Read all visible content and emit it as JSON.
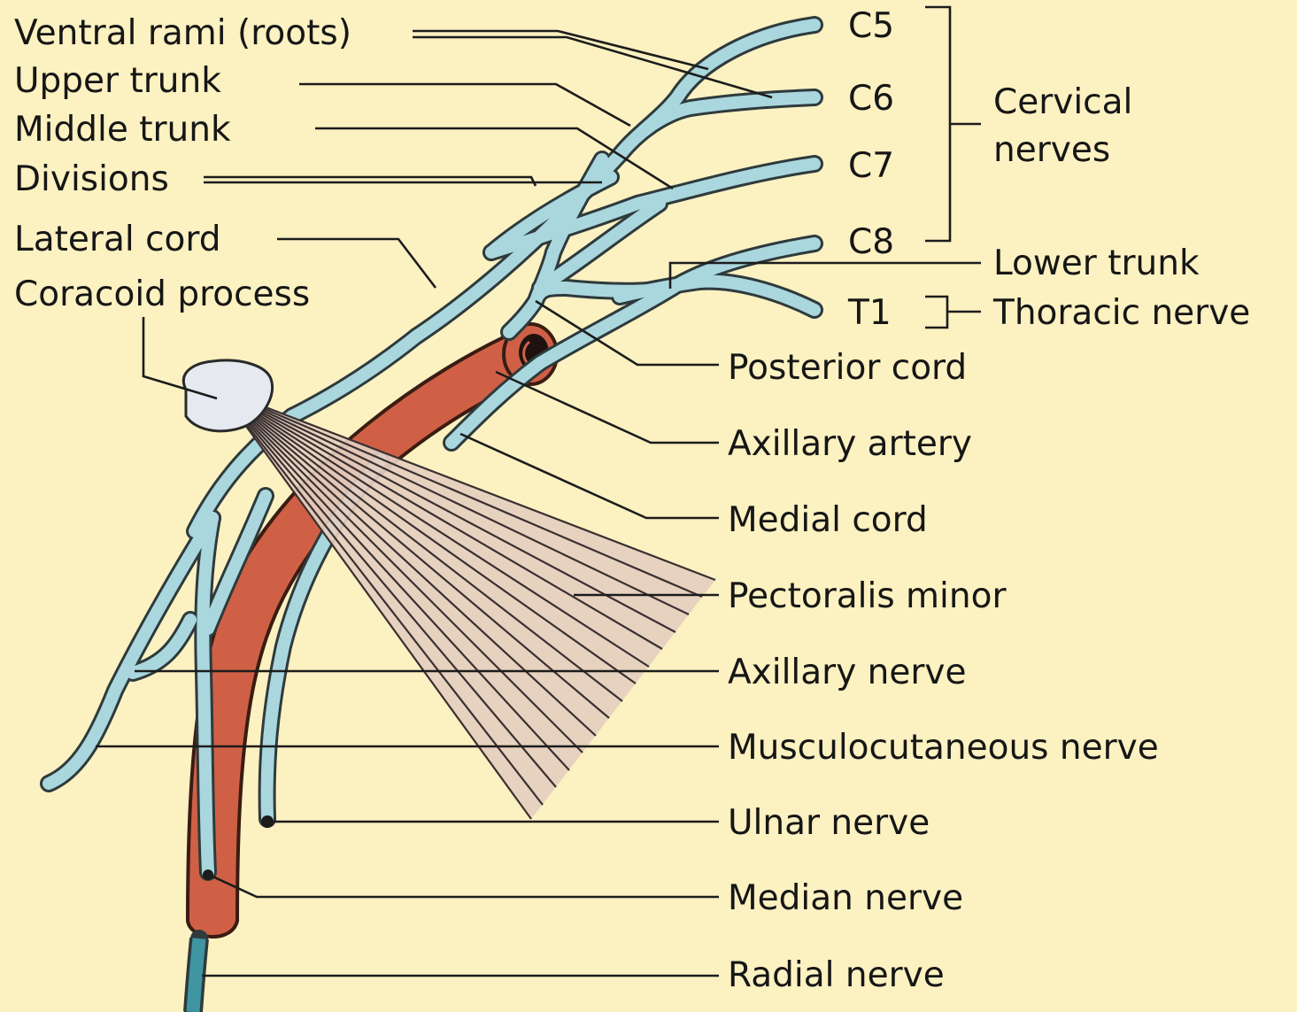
{
  "colors": {
    "background": "#fbf1c1",
    "nerve": "#a9d7dd",
    "nerve_outline": "#2e3a3c",
    "artery": "#cf6046",
    "artery_outline": "#3a1c12",
    "muscle": "#e5cfc0",
    "coracoid": "#e6e9ef"
  },
  "labels_left": {
    "ventral_rami": "Ventral rami (roots)",
    "upper_trunk": "Upper trunk",
    "middle_trunk": "Middle trunk",
    "divisions": "Divisions",
    "lateral_cord": "Lateral cord",
    "coracoid_process": "Coracoid process"
  },
  "roots": {
    "c5": "C5",
    "c6": "C6",
    "c7": "C7",
    "c8": "C8",
    "t1": "T1"
  },
  "groups": {
    "cervical_line1": "Cervical",
    "cervical_line2": "nerves",
    "thoracic": "Thoracic nerve"
  },
  "labels_right": {
    "lower_trunk": "Lower trunk",
    "posterior_cord": "Posterior cord",
    "axillary_artery": "Axillary artery",
    "medial_cord": "Medial cord",
    "pectoralis_minor": "Pectoralis minor",
    "axillary_nerve": "Axillary nerve",
    "musculocutaneous_nerve": "Musculocutaneous nerve",
    "ulnar_nerve": "Ulnar nerve",
    "median_nerve": "Median nerve",
    "radial_nerve": "Radial nerve"
  }
}
